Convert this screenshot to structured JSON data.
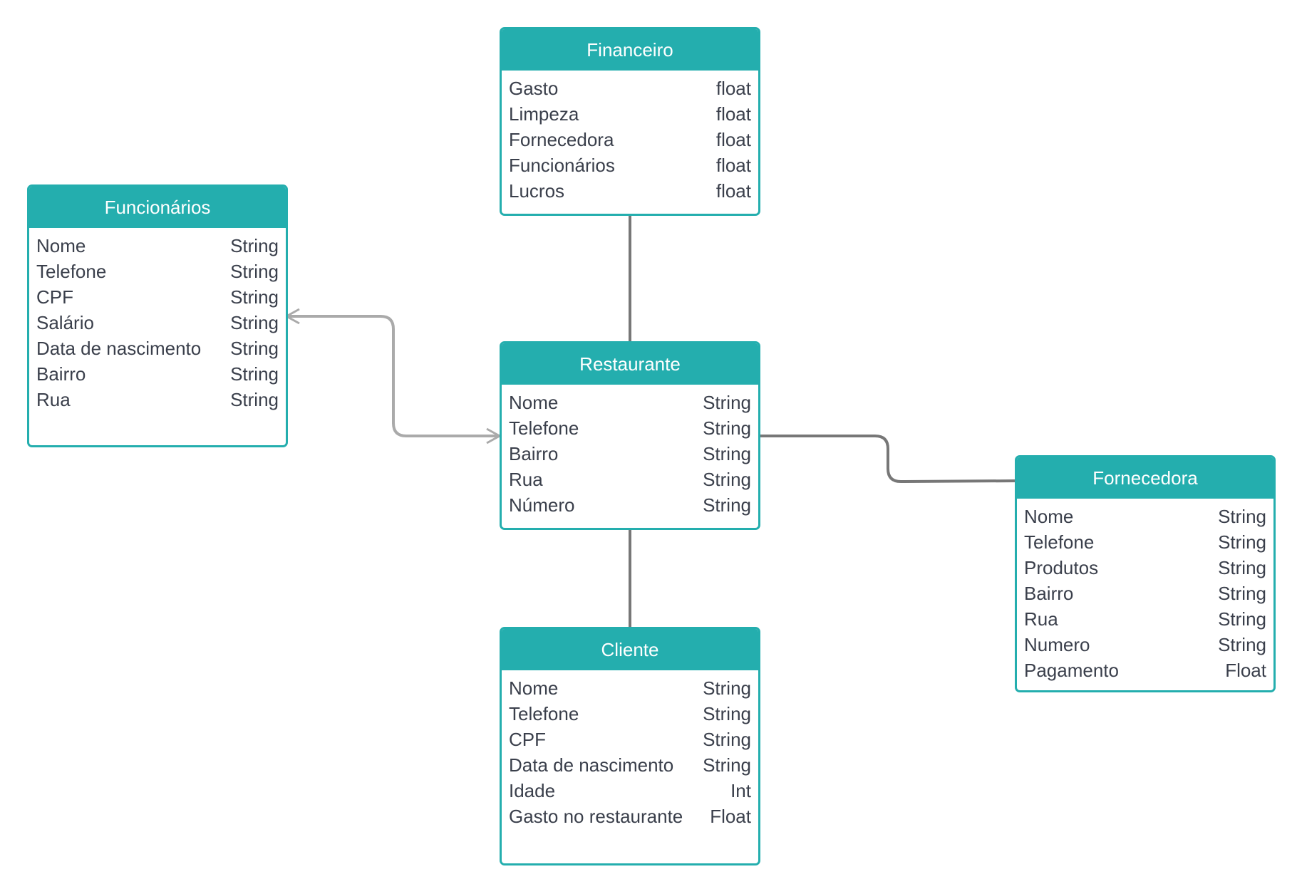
{
  "entities": {
    "financeiro": {
      "title": "Financeiro",
      "attributes": [
        {
          "name": "Gasto",
          "type": "float"
        },
        {
          "name": "Limpeza",
          "type": "float"
        },
        {
          "name": "Fornecedora",
          "type": "float"
        },
        {
          "name": "Funcionários",
          "type": "float"
        },
        {
          "name": "Lucros",
          "type": "float"
        }
      ]
    },
    "funcionarios": {
      "title": "Funcionários",
      "attributes": [
        {
          "name": "Nome",
          "type": "String"
        },
        {
          "name": "Telefone",
          "type": "String"
        },
        {
          "name": "CPF",
          "type": "String"
        },
        {
          "name": "Salário",
          "type": "String"
        },
        {
          "name": "Data de nascimento",
          "type": "String"
        },
        {
          "name": "Bairro",
          "type": "String"
        },
        {
          "name": "Rua",
          "type": "String"
        }
      ]
    },
    "restaurante": {
      "title": "Restaurante",
      "attributes": [
        {
          "name": "Nome",
          "type": "String"
        },
        {
          "name": "Telefone",
          "type": "String"
        },
        {
          "name": "Bairro",
          "type": "String"
        },
        {
          "name": "Rua",
          "type": "String"
        },
        {
          "name": "Número",
          "type": "String"
        }
      ]
    },
    "fornecedora": {
      "title": "Fornecedora",
      "attributes": [
        {
          "name": "Nome",
          "type": "String"
        },
        {
          "name": "Telefone",
          "type": "String"
        },
        {
          "name": "Produtos",
          "type": "String"
        },
        {
          "name": "Bairro",
          "type": "String"
        },
        {
          "name": "Rua",
          "type": "String"
        },
        {
          "name": "Numero",
          "type": "String"
        },
        {
          "name": "Pagamento",
          "type": "Float"
        }
      ]
    },
    "cliente": {
      "title": "Cliente",
      "attributes": [
        {
          "name": "Nome",
          "type": "String"
        },
        {
          "name": "Telefone",
          "type": "String"
        },
        {
          "name": "CPF",
          "type": "String"
        },
        {
          "name": "Data de nascimento",
          "type": "String"
        },
        {
          "name": "Idade",
          "type": "Int"
        },
        {
          "name": "Gasto no restaurante",
          "type": "Float"
        }
      ]
    }
  },
  "relationships": [
    {
      "from": "financeiro",
      "to": "restaurante",
      "style": "plain"
    },
    {
      "from": "restaurante",
      "to": "cliente",
      "style": "plain"
    },
    {
      "from": "restaurante",
      "to": "fornecedora",
      "style": "plain"
    },
    {
      "from": "funcionarios",
      "to": "restaurante",
      "style": "crows-foot-both-ends"
    }
  ],
  "colors": {
    "header": "#24aeae",
    "border": "#24aeae",
    "text": "#3a3f4b",
    "connector": "#777777",
    "connector_many": "#aaaaaa"
  }
}
